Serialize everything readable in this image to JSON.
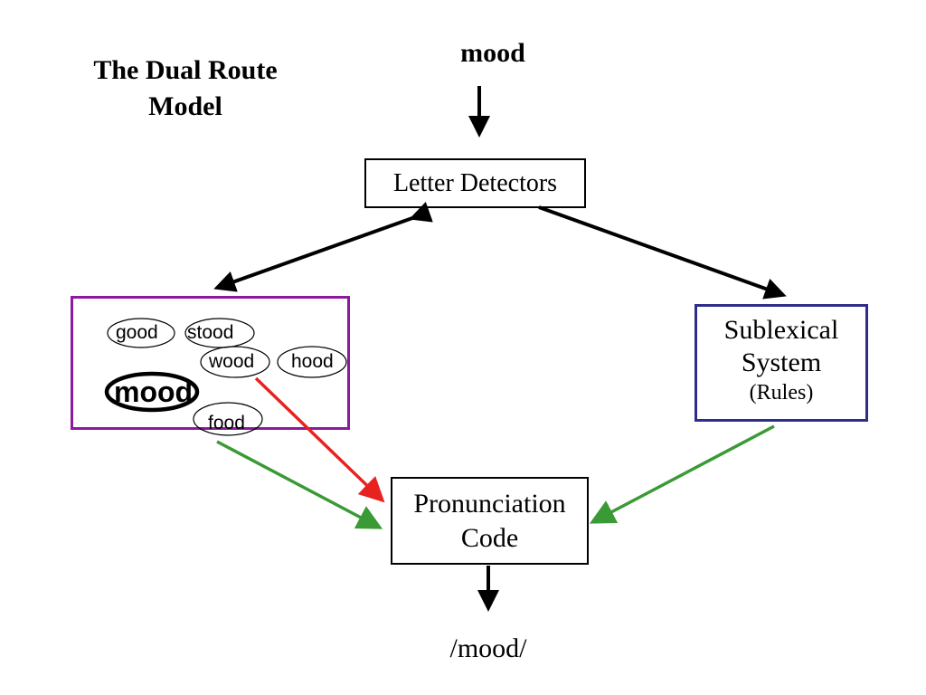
{
  "title": "The Dual Route Model",
  "input_word": "mood",
  "output_word": "/mood/",
  "letter_detectors_label": "Letter Detectors",
  "lexicon": {
    "words": [
      "good",
      "stood",
      "wood",
      "hood",
      "mood",
      "food"
    ],
    "highlighted_word": "mood"
  },
  "sublexical": {
    "line1": "Sublexical",
    "line2": "System",
    "line3": "(Rules)"
  },
  "pronunciation": {
    "line1": "Pronunciation",
    "line2": "Code"
  },
  "colors": {
    "lexicon_border": "#8b1a9e",
    "sublexical_border": "#2e2e8a",
    "lexical_route_arrow": "#3a9a35",
    "activation_arrow": "#e8221f",
    "main_arrows": "#000000"
  }
}
